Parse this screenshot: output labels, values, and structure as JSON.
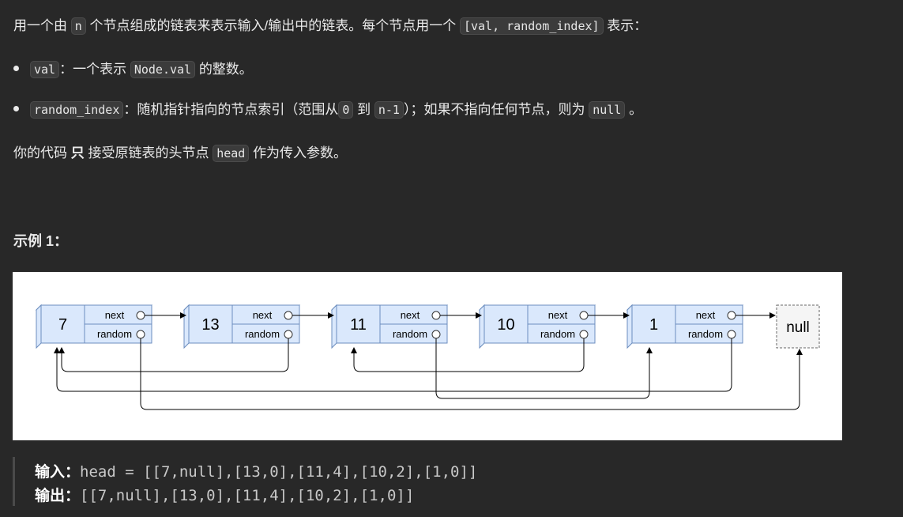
{
  "intro": {
    "p1_a": "用一个由",
    "p1_n": "n",
    "p1_b": "个节点组成的链表来表示输入/输出中的链表。每个节点用一个",
    "p1_pair": "[val, random_index]",
    "p1_c": "表示："
  },
  "bullets": {
    "val_code": "val",
    "val_a": "：一个表示",
    "val_node": "Node.val",
    "val_b": "的整数。",
    "ri_code": "random_index",
    "ri_a": "：随机指针指向的节点索引（范围从",
    "ri_zero": "0",
    "ri_b": "到",
    "ri_nm1": "n-1",
    "ri_c": "）；如果不指向任何节点，则为",
    "ri_null": "null",
    "ri_d": "。"
  },
  "head_line": {
    "a": "你的代码",
    "bold": "只",
    "b": "接受原链表的头节点",
    "code": "head",
    "c": "作为传入参数。"
  },
  "example": {
    "title": "示例 1：",
    "input_label": "输入：",
    "input_value": "head = [[7,null],[13,0],[11,4],[10,2],[1,0]]",
    "output_label": "输出：",
    "output_value": "[[7,null],[13,0],[11,4],[10,2],[1,0]]"
  },
  "diagram": {
    "next_label": "next",
    "random_label": "random",
    "null_label": "null",
    "nodes": [
      {
        "val": "7",
        "random": "null"
      },
      {
        "val": "13",
        "random": 0
      },
      {
        "val": "11",
        "random": 4
      },
      {
        "val": "10",
        "random": 2
      },
      {
        "val": "1",
        "random": 0
      }
    ],
    "colors": {
      "node_fill": "#dae8fc",
      "node_stroke": "#6c8ebf",
      "null_fill": "#f5f5f5",
      "null_stroke": "#666666",
      "arrow": "#000000"
    }
  }
}
